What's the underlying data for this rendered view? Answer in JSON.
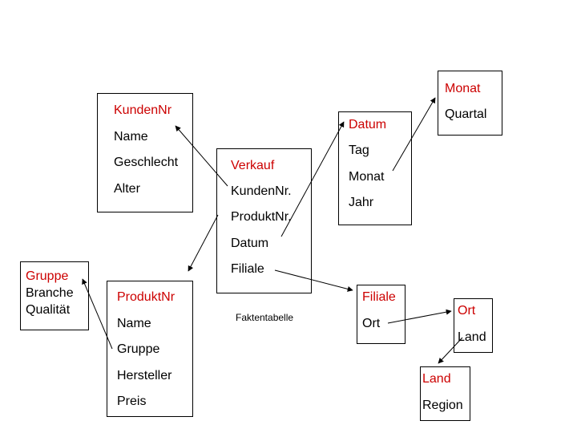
{
  "entities": {
    "kunden": {
      "key": "KundenNr",
      "attrs": [
        "Name",
        "Geschlecht",
        "Alter"
      ]
    },
    "verkauf": {
      "key": "Verkauf",
      "attrs": [
        "KundenNr.",
        "ProduktNr.",
        "Datum",
        "Filiale"
      ]
    },
    "datum": {
      "key": "Datum",
      "attrs": [
        "Tag",
        "Monat",
        "Jahr"
      ]
    },
    "monat": {
      "key": "Monat",
      "attrs": [
        "Quartal"
      ]
    },
    "gruppe": {
      "key": "Gruppe",
      "attrs": [
        "Branche",
        "Qualität"
      ]
    },
    "produkt": {
      "key": "ProduktNr",
      "attrs": [
        "Name",
        "Gruppe",
        "Hersteller",
        "Preis"
      ]
    },
    "filiale": {
      "key": "Filiale",
      "attrs": [
        "Ort"
      ]
    },
    "ort": {
      "key": "Ort",
      "attrs": [
        "Land"
      ]
    },
    "land": {
      "key": "Land",
      "attrs": [
        "Region"
      ]
    }
  },
  "fact_table_caption": "Faktentabelle",
  "colors": {
    "key": "#cc0000",
    "text": "#000000",
    "line": "#000000"
  }
}
